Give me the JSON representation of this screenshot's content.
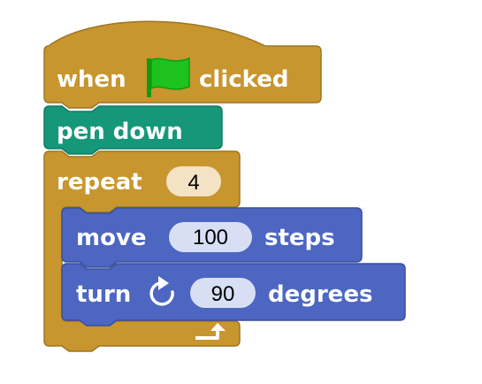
{
  "script": {
    "hat_block": {
      "prefix": "when",
      "suffix": "clicked",
      "icon": "green-flag-icon"
    },
    "pen_down_block": {
      "label": "pen down"
    },
    "repeat_block": {
      "label": "repeat",
      "times": "4",
      "end_icon": "loop-arrow-icon"
    },
    "move_block": {
      "prefix": "move",
      "value": "100",
      "suffix": "steps"
    },
    "turn_block": {
      "prefix": "turn",
      "icon": "turn-right-icon",
      "value": "90",
      "suffix": "degrees"
    }
  },
  "colors": {
    "events": "#c8962e",
    "control": "#c8962e",
    "pen": "#16977a",
    "motion": "#4c66c1",
    "flag": "#1ec21e",
    "control_input": "#f3e2c4",
    "motion_input": "#d8dff5"
  }
}
